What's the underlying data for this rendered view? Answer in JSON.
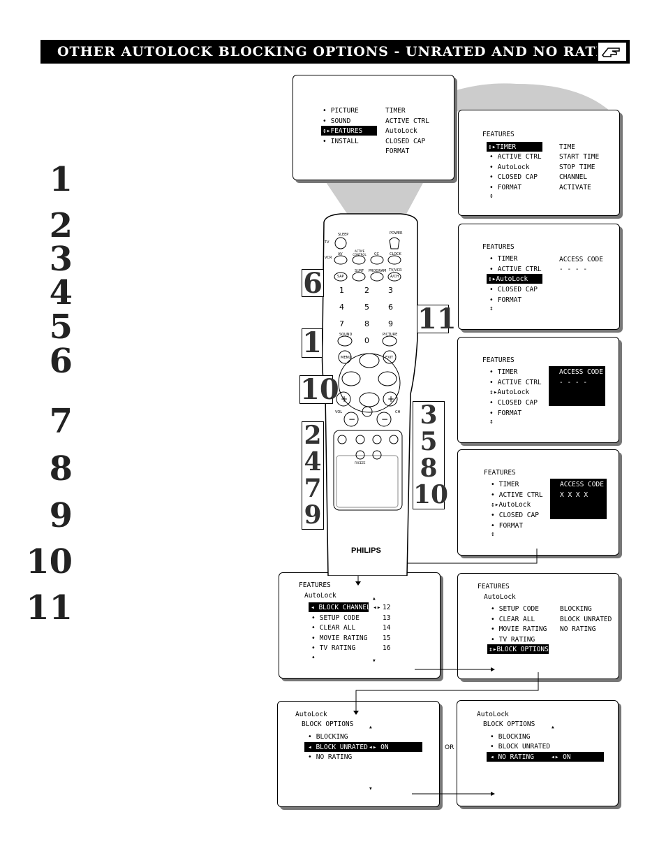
{
  "header": {
    "title": "OTHER AUTOLOCK BLOCKING OPTIONS - UNRATED AND NO RATING"
  },
  "steps": [
    "1",
    "2",
    "3",
    "4",
    "5",
    "6",
    "7",
    "8",
    "9",
    "10",
    "11"
  ],
  "panel_main": {
    "left": [
      "PICTURE",
      "SOUND",
      "FEATURES",
      "INSTALL"
    ],
    "right": [
      "TIMER",
      "ACTIVE CTRL",
      "AutoLock",
      "CLOSED CAP",
      "FORMAT"
    ]
  },
  "panel_features1": {
    "title": "FEATURES",
    "left": [
      "TIMER",
      "ACTIVE CTRL",
      "AutoLock",
      "CLOSED CAP",
      "FORMAT"
    ],
    "right": [
      "TIME",
      "START TIME",
      "STOP TIME",
      "CHANNEL",
      "ACTIVATE"
    ]
  },
  "panel_features2": {
    "title": "FEATURES",
    "left": [
      "TIMER",
      "ACTIVE CTRL",
      "AutoLock",
      "CLOSED CAP",
      "FORMAT"
    ],
    "access_label": "ACCESS CODE",
    "access_value": "- - - -"
  },
  "panel_features3": {
    "title": "FEATURES",
    "left": [
      "TIMER",
      "ACTIVE CTRL",
      "AutoLock",
      "CLOSED CAP",
      "FORMAT"
    ],
    "access_label": "ACCESS CODE",
    "access_value": "- - - -"
  },
  "panel_features4": {
    "title": "FEATURES",
    "left": [
      "TIMER",
      "ACTIVE CTRL",
      "AutoLock",
      "CLOSED CAP",
      "FORMAT"
    ],
    "access_label": "ACCESS CODE",
    "access_value": "X X X X"
  },
  "panel_autolock1": {
    "title": "FEATURES",
    "sub": "AutoLock",
    "left": [
      "BLOCK CHANNEL",
      "SETUP CODE",
      "CLEAR ALL",
      "MOVIE RATING",
      "TV RATING"
    ],
    "right": [
      "12",
      "13",
      "14",
      "15",
      "16"
    ]
  },
  "panel_autolock2": {
    "title": "FEATURES",
    "sub": "AutoLock",
    "left": [
      "SETUP CODE",
      "CLEAR ALL",
      "MOVIE RATING",
      "TV RATING",
      "BLOCK OPTIONS"
    ],
    "right": [
      "BLOCKING",
      "BLOCK UNRATED",
      "NO RATING"
    ]
  },
  "panel_block1": {
    "title": "AutoLock",
    "sub": "BLOCK OPTIONS",
    "items": [
      "BLOCKING",
      "BLOCK UNRATED",
      "NO RATING"
    ],
    "value": "ON"
  },
  "panel_block2": {
    "title": "AutoLock",
    "sub": "BLOCK OPTIONS",
    "items": [
      "BLOCKING",
      "BLOCK UNRATED",
      "NO RATING"
    ],
    "value": "ON"
  },
  "or_label": "OR",
  "remote": {
    "brand": "PHILIPS",
    "labels": {
      "sleep": "SLEEP",
      "power": "POWER",
      "tv": "TV",
      "vcr": "VCR",
      "av": "AV",
      "active_control": "ACTIVE CONTROL",
      "cc": "CC",
      "clock": "CLOCK",
      "sap": "SAP",
      "surf": "SURF",
      "program": "PROGRAM",
      "tvvcr": "TV/VCR",
      "arch": "A/CH",
      "sound": "SOUND",
      "picture": "PICTURE",
      "menu": "MENU",
      "exit": "EXIT",
      "vol": "VOL",
      "ch": "CH",
      "freeze": "FREEZE"
    },
    "digits": [
      "1",
      "2",
      "3",
      "4",
      "5",
      "6",
      "7",
      "8",
      "9",
      "0"
    ]
  },
  "callouts": {
    "c6": "6",
    "c1": "1",
    "c10": "10",
    "c11": "11",
    "c2479": [
      "2",
      "4",
      "7",
      "9"
    ],
    "c35810": [
      "3",
      "5",
      "8",
      "10"
    ]
  }
}
